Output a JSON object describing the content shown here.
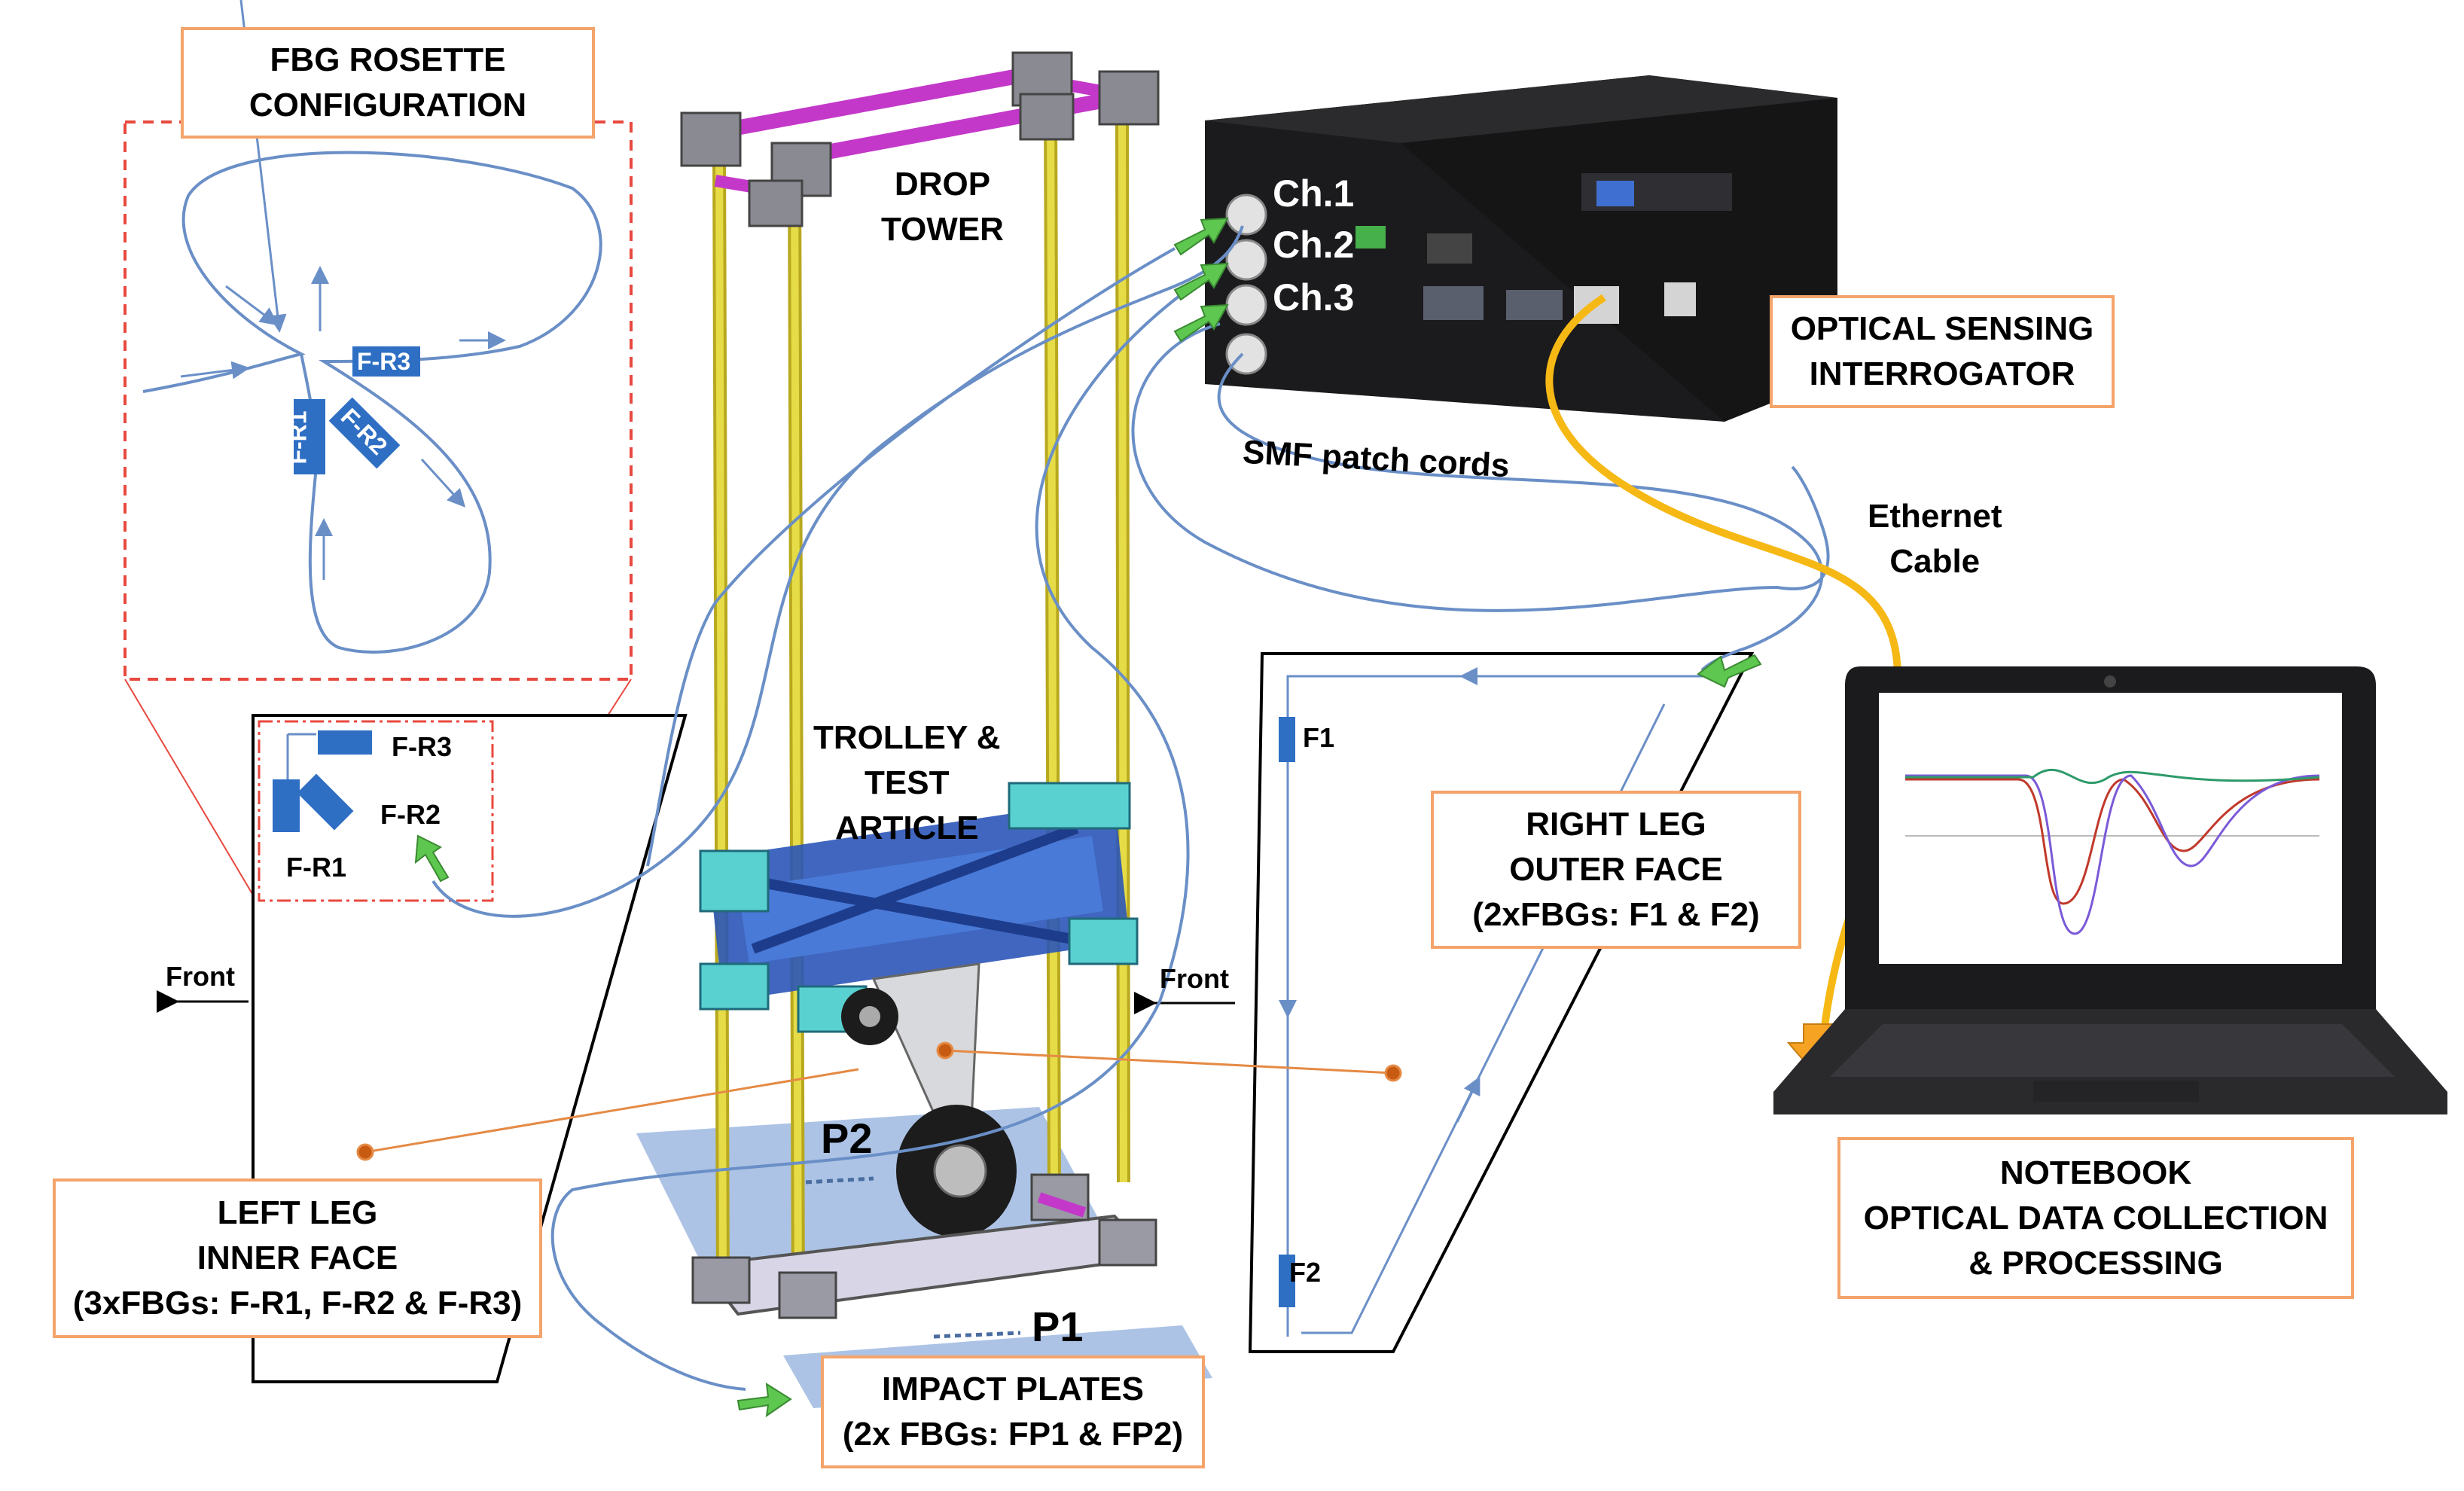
{
  "rosette": {
    "title_line1": "FBG ROSETTE",
    "title_line2": "CONFIGURATION",
    "grating1": "F-R1",
    "grating2": "F-R2",
    "grating3": "F-R3"
  },
  "left_leg": {
    "line1": "LEFT LEG",
    "line2": "INNER FACE",
    "line3": "(3xFBGs: F-R1, F-R2 & F-R3)",
    "front": "Front",
    "grating1": "F-R1",
    "grating2": "F-R2",
    "grating3": "F-R3"
  },
  "drop_tower": {
    "line1": "DROP",
    "line2": "TOWER"
  },
  "trolley": {
    "line1": "TROLLEY &",
    "line2": "TEST",
    "line3": "ARTICLE"
  },
  "plates": {
    "p1": "P1",
    "p2": "P2",
    "line1": "IMPACT PLATES",
    "line2": "(2x FBGs: FP1 & FP2)"
  },
  "interrogator": {
    "ch1": "Ch.1",
    "ch2": "Ch.2",
    "ch3": "Ch.3",
    "line1": "OPTICAL SENSING",
    "line2": "INTERROGATOR"
  },
  "cables": {
    "smf": "SMF patch cords",
    "ethernet_line1": "Ethernet",
    "ethernet_line2": "Cable"
  },
  "right_leg": {
    "line1": "RIGHT LEG",
    "line2": "OUTER FACE",
    "line3": "(2xFBGs: F1 & F2)",
    "front": "Front",
    "grating1": "F1",
    "grating2": "F2"
  },
  "notebook": {
    "line1": "NOTEBOOK",
    "line2": "OPTICAL DATA COLLECTION",
    "line3": "& PROCESSING"
  },
  "colors": {
    "box_border": "#f4a46a",
    "fiber": "#6a8fc7",
    "fbg": "#2e6fc4",
    "cable": "#f6b814",
    "arrow": "#5ec74f",
    "plate": "#9db9e0",
    "dashed_red": "#e8493f"
  }
}
